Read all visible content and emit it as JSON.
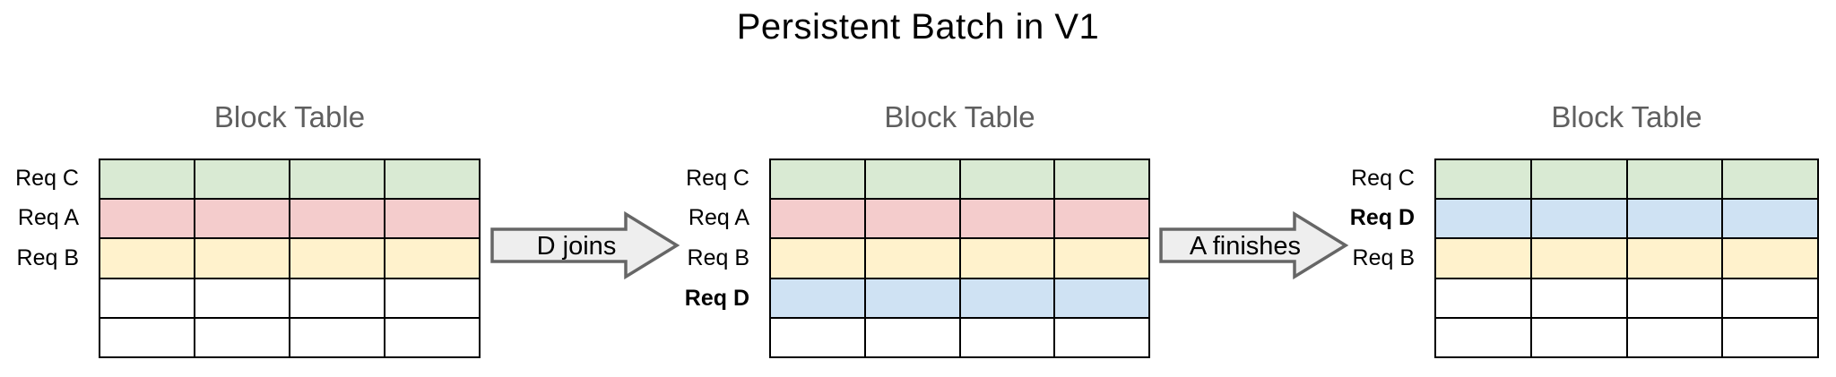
{
  "title": "Persistent Batch in V1",
  "heading_color": "#5f5f5f",
  "colors": {
    "green": "#d9ead3",
    "red": "#f4cccc",
    "yellow": "#fff2cc",
    "blue": "#cfe2f3",
    "white": "#ffffff"
  },
  "arrow_style": {
    "fill": "#eeeeee",
    "stroke": "#666666"
  },
  "panels": [
    {
      "heading": "Block Table",
      "columns": 4,
      "rows": [
        {
          "label": "Req C",
          "bold": false,
          "color": "green"
        },
        {
          "label": "Req A",
          "bold": false,
          "color": "red"
        },
        {
          "label": "Req B",
          "bold": false,
          "color": "yellow"
        },
        {
          "label": "",
          "bold": false,
          "color": "white"
        },
        {
          "label": "",
          "bold": false,
          "color": "white"
        }
      ]
    },
    {
      "heading": "Block Table",
      "columns": 4,
      "rows": [
        {
          "label": "Req C",
          "bold": false,
          "color": "green"
        },
        {
          "label": "Req A",
          "bold": false,
          "color": "red"
        },
        {
          "label": "Req B",
          "bold": false,
          "color": "yellow"
        },
        {
          "label": "Req D",
          "bold": true,
          "color": "blue"
        },
        {
          "label": "",
          "bold": false,
          "color": "white"
        }
      ]
    },
    {
      "heading": "Block Table",
      "columns": 4,
      "rows": [
        {
          "label": "Req C",
          "bold": false,
          "color": "green"
        },
        {
          "label": "Req D",
          "bold": true,
          "color": "blue"
        },
        {
          "label": "Req B",
          "bold": false,
          "color": "yellow"
        },
        {
          "label": "",
          "bold": false,
          "color": "white"
        },
        {
          "label": "",
          "bold": false,
          "color": "white"
        }
      ]
    }
  ],
  "arrows": [
    {
      "label": "D joins"
    },
    {
      "label": "A finishes"
    }
  ]
}
